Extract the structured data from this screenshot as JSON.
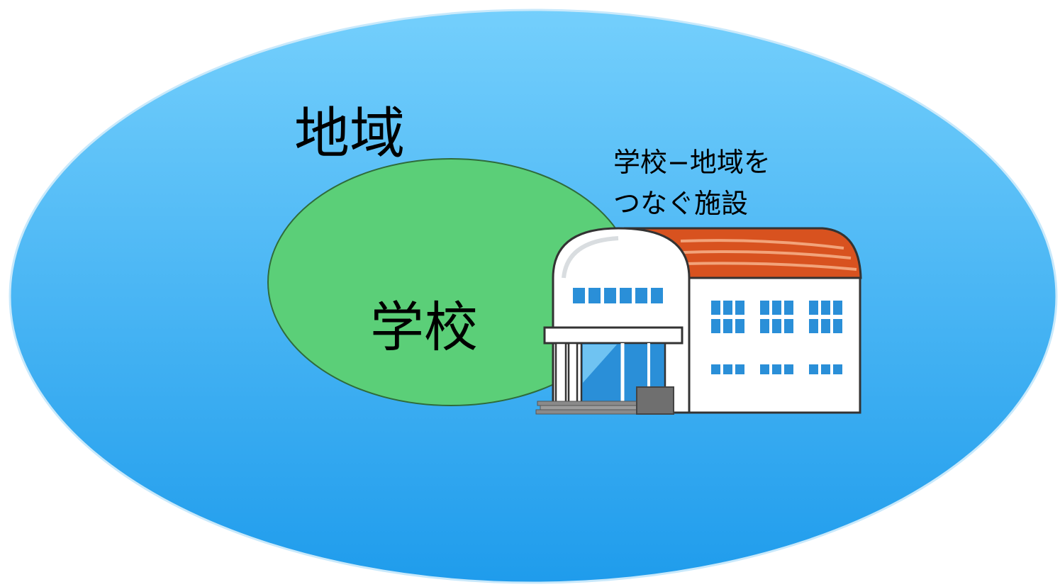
{
  "diagram": {
    "region_label": "地域",
    "school_label": "学校",
    "facility_label_line1": "学校−地域を",
    "facility_label_line2": "つなぐ施設"
  },
  "colors": {
    "region_fill_top": "#74cffc",
    "region_fill_bottom": "#1f9cec",
    "school_fill": "#5bcf78",
    "school_stroke": "#2f6b3a",
    "building_wall": "#ffffff",
    "building_roof": "#d8521f",
    "building_window": "#2a8fd8",
    "building_outline": "#333333",
    "steps": "#8a8a8a"
  },
  "icons": {
    "facility": "school-building-icon"
  }
}
